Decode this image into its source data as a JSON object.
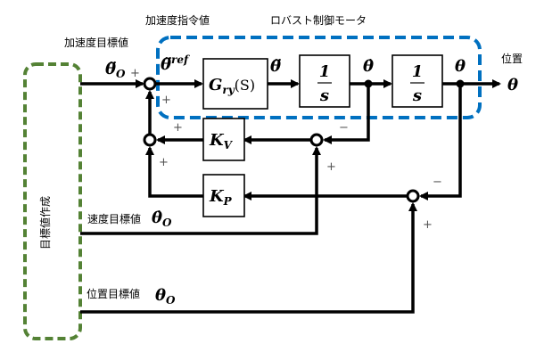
{
  "labels": {
    "accel_target": "加速度目標値",
    "accel_command": "加速度指令値",
    "robust_motor": "ロバスト制御モータ",
    "position": "位置",
    "velocity_target": "速度目標値",
    "position_target": "位置目標値",
    "target_generation": "目標値作成"
  },
  "symbols": {
    "theta_ddot_o": "θ̈",
    "theta_ddot_ref_base": "θ̈",
    "theta_ddot_ref_sup": "ref",
    "theta_ddot": "θ̈",
    "theta_dot": "θ̇",
    "theta": "θ",
    "theta_out": "θ",
    "theta_dot_o": "θ̇",
    "theta_o": "θ",
    "sub_o": "O"
  },
  "blocks": {
    "gry_main": "G",
    "gry_sub": "ry",
    "gry_arg": "(S)",
    "integrator_num": "1",
    "integrator_den": "s",
    "kv_main": "K",
    "kv_sub": "V",
    "kp_main": "K",
    "kp_sub": "P"
  },
  "signs": {
    "plus": "+",
    "minus": "−"
  },
  "colors": {
    "robust_motor_border": "#0070C0",
    "target_generation_border": "#548235"
  }
}
